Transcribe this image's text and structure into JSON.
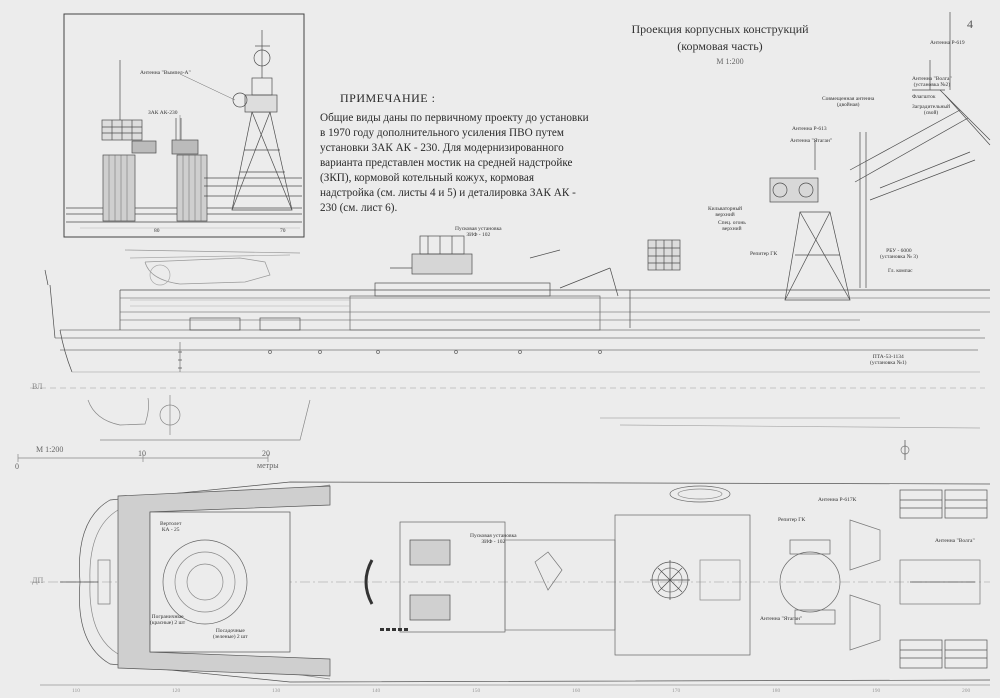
{
  "sheet": {
    "title_line1": "Проекция корпусных конструкций",
    "title_line2": "(кормовая часть)",
    "scale_top": "М 1:200",
    "page_number": "4"
  },
  "note": {
    "heading": "ПРИМЕЧАНИЕ :",
    "text": "Общие виды даны по первичному проекту до установки в 1970 году дополнительного усиления ПВО путем установки ЗАК АК - 230. Для модернизированного варианта представлен мостик на средней надстройке (ЗКП), кормовой котельный кожух, кормовая надстройка (см. листы 4 и 5) и деталировка ЗАК АК - 230 (см. лист 6)."
  },
  "inset": {
    "label_antenna": "Антенна \"Вымпел-А\"",
    "label_zak": "ЗАК АК-230",
    "frame_left": "80",
    "frame_right": "70"
  },
  "side_view": {
    "label_launcher": "Пусковая установка\nЗИФ - 102",
    "label_p613_top": "Антенна Р-619",
    "label_volga": "Антенна \"Волга\"\n(установка №2)",
    "label_flag": "Флагшток",
    "label_combined": "Совмещенная антенна\n(двойная)",
    "label_barrier": "Заградительный\n(свой)",
    "label_p613": "Антенна Р-613",
    "label_yatagan": "Антенна \"Ятаган\"",
    "label_kil": "Кильваторный\nверхний",
    "label_spec": "Спец. огонь\nверхний",
    "label_repeater": "Репитер ГК",
    "label_rbu": "РБУ - 6000\n(установка № 3)",
    "label_gk": "Гл. компас",
    "label_pta": "ПТА-53-1134\n(установка №1)",
    "waterline": "ВЛ"
  },
  "scale_bar": {
    "label": "М 1:200",
    "ticks": [
      "0",
      "10",
      "20"
    ],
    "unit": "метры"
  },
  "plan_view": {
    "label_heli": "Вертолет\nКА - 25",
    "label_launcher": "Пусковая установка\nЗИФ - 102",
    "label_border": "Пограничные\n(красные) 2 шт",
    "label_landing": "Посадочные\n(зеленые) 2 шт",
    "label_repeater": "Репитер ГК",
    "label_p617k": "Антенна Р-617К",
    "label_volga": "Антенна \"Волга\"",
    "label_yatagan": "Антенна \"Ятаган\"",
    "dp": "ДП",
    "frames": [
      "110",
      "120",
      "130",
      "140",
      "150",
      "160",
      "170",
      "180",
      "190",
      "200"
    ]
  },
  "colors": {
    "paper": "#ececec",
    "line": "#4a4a4a",
    "light": "#8a8a8a"
  }
}
